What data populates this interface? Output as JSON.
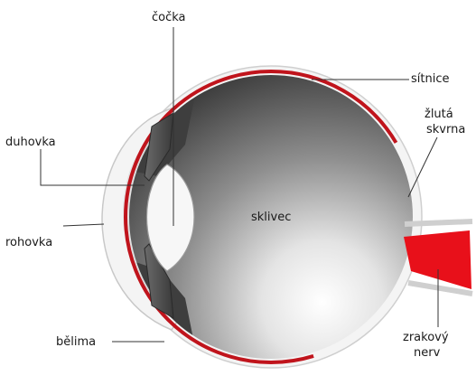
{
  "labels": {
    "cocka": "čočka",
    "sitnice": "sítnice",
    "zluta_line1": "žlutá",
    "zluta_line2": "skvrna",
    "duhovka": "duhovka",
    "rohovka": "rohovka",
    "sklivec": "sklivec",
    "belima": "bělima",
    "zrakovy_line1": "zrakový",
    "zrakovy_line2": "nerv"
  },
  "colors": {
    "retina": "#c0141c",
    "optic_nerve": "#e8101a",
    "sclera": "#f4f4f4",
    "iris": "#555555",
    "leader_line": "#333333"
  }
}
